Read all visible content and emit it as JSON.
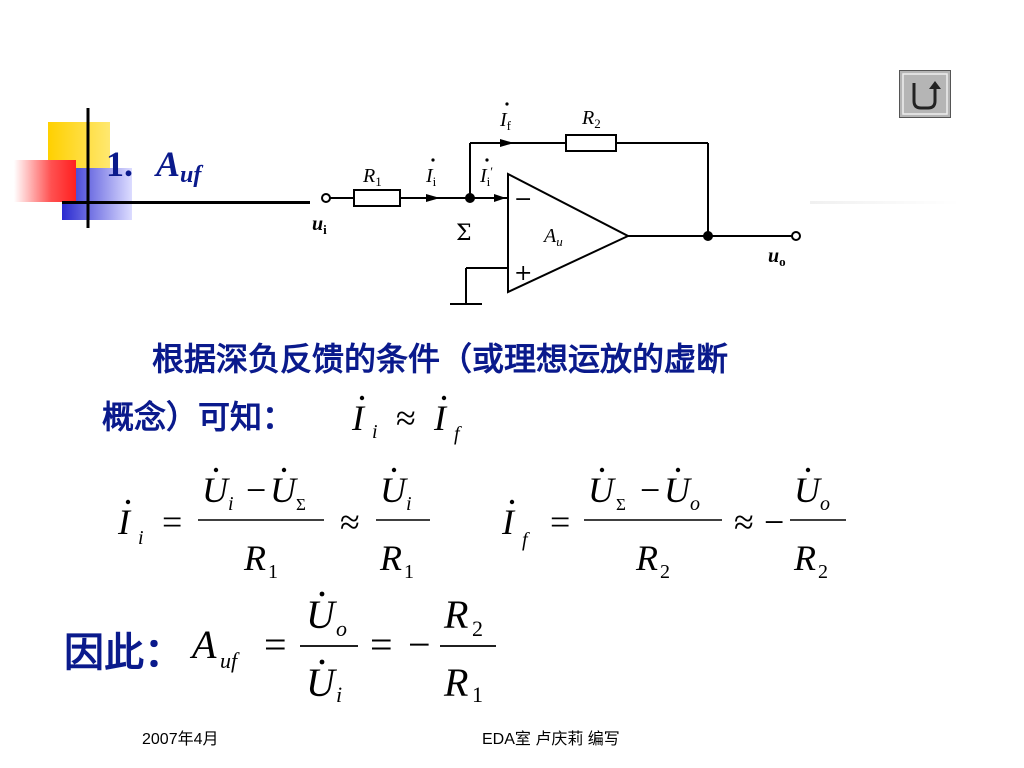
{
  "slide": {
    "title_number": "1.",
    "title_symbol": "A",
    "title_subscript": "uf",
    "paragraph_line1": "根据深负反馈的条件（或理想运放的虚断",
    "paragraph_line2": "概念）可知：",
    "therefore_label": "因此：",
    "footer_date": "2007年4月",
    "footer_author": "EDA室   卢庆莉   编写"
  },
  "circuit": {
    "labels": {
      "r1": "R",
      "r1_sub": "1",
      "r2": "R",
      "r2_sub": "2",
      "ii": "I",
      "ii_sub": "i",
      "if": "I",
      "if_sub": "f",
      "ii_prime": "I",
      "ii_prime_sub": "i",
      "ui": "u",
      "ui_sub": "i",
      "uo": "u",
      "uo_sub": "o",
      "sigma": "Σ",
      "au": "A",
      "au_sub": "u",
      "minus": "−",
      "plus": "+"
    }
  },
  "equations": {
    "approx_line": {
      "lhs": "I",
      "lhs_sub": "i",
      "op": "≈",
      "rhs": "I",
      "rhs_sub": "f"
    },
    "ii_eq": {
      "lhs": "I",
      "lhs_sub": "i",
      "eq": "=",
      "num_a": "U",
      "num_a_sub": "i",
      "minus": "−",
      "num_b": "U",
      "num_b_sub": "Σ",
      "den": "R",
      "den_sub": "1",
      "approx": "≈",
      "num2": "U",
      "num2_sub": "i",
      "den2": "R",
      "den2_sub": "1"
    },
    "if_eq": {
      "lhs": "I",
      "lhs_sub": "f",
      "eq": "=",
      "num_a": "U",
      "num_a_sub": "Σ",
      "minus": "−",
      "num_b": "U",
      "num_b_sub": "o",
      "den": "R",
      "den_sub": "2",
      "approx": "≈",
      "neg": "−",
      "num2": "U",
      "num2_sub": "o",
      "den2": "R",
      "den2_sub": "2"
    },
    "auf_eq": {
      "lhs": "A",
      "lhs_sub": "uf",
      "eq": "=",
      "num": "U",
      "num_sub": "o",
      "den": "U",
      "den_sub": "i",
      "eq2": "=",
      "neg": "−",
      "num2": "R",
      "num2_sub": "2",
      "den2": "R",
      "den2_sub": "1"
    }
  },
  "colors": {
    "text_blue": "#0a1a8c",
    "deco_yellow": "#ffd200",
    "deco_blue": "#3a3ad6",
    "deco_red": "#ff3030",
    "button_gray": "#b5b5b5"
  },
  "icons": {
    "back_button": "u-turn-arrow-icon"
  }
}
